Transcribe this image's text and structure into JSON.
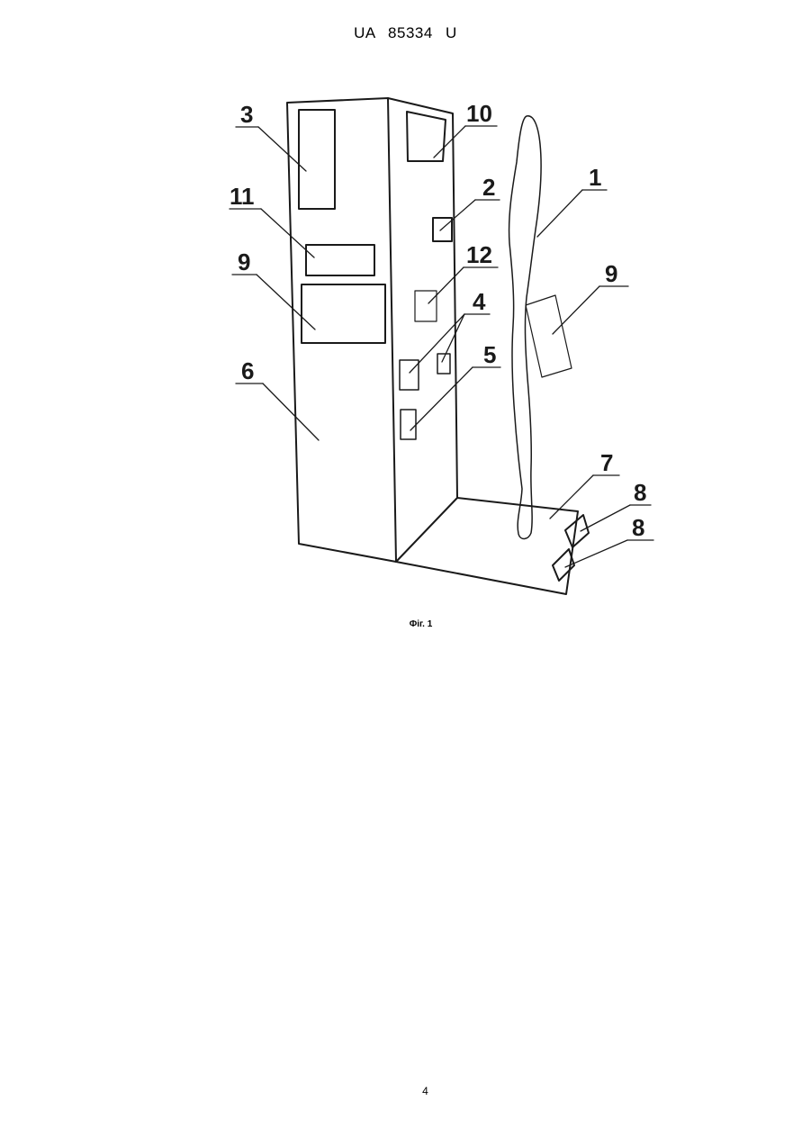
{
  "header": {
    "patent_id": "UA   85334   U"
  },
  "figure": {
    "caption": "Фіг. 1",
    "labels": [
      {
        "id": "label-3",
        "text": "3"
      },
      {
        "id": "label-11",
        "text": "11"
      },
      {
        "id": "label-9-left",
        "text": "9"
      },
      {
        "id": "label-6",
        "text": "6"
      },
      {
        "id": "label-10",
        "text": "10"
      },
      {
        "id": "label-2",
        "text": "2"
      },
      {
        "id": "label-12",
        "text": "12"
      },
      {
        "id": "label-4",
        "text": "4"
      },
      {
        "id": "label-5",
        "text": "5"
      },
      {
        "id": "label-1",
        "text": "1"
      },
      {
        "id": "label-9-right",
        "text": "9"
      },
      {
        "id": "label-7",
        "text": "7"
      },
      {
        "id": "label-8-top",
        "text": "8"
      },
      {
        "id": "label-8-bottom",
        "text": "8"
      }
    ]
  },
  "footer": {
    "page_number": "4"
  }
}
